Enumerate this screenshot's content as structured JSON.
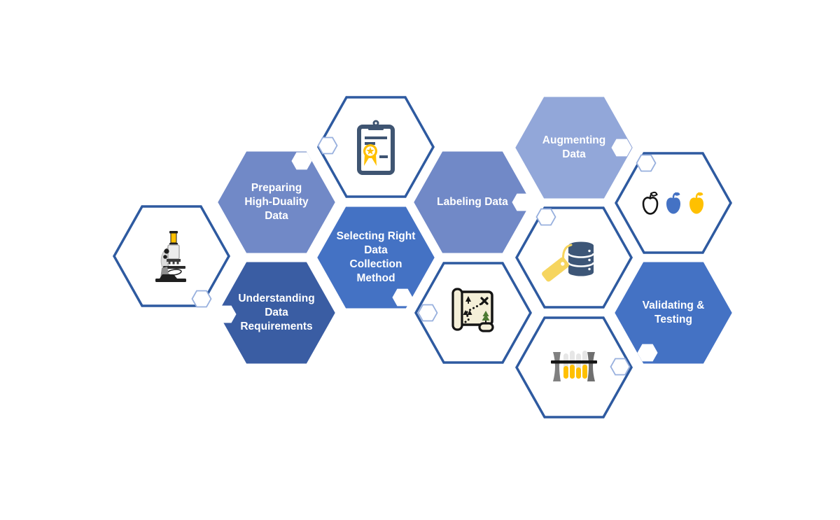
{
  "colors": {
    "background": "#FFFFFF",
    "white_hex_fill": "#FFFFFF",
    "white_hex_border": "#2E5AA0",
    "badge_fill": "#FFFFFF",
    "badge_outline": "#98B0DE",
    "blue_base": "#4472C4",
    "blue_medium": "#7189C7",
    "blue_light": "#92A7D9",
    "blue_dark": "#3A5DA3",
    "label_text": "#FFFFFF",
    "accent_yellow": "#FFC000",
    "icon_navy": "#3D5677",
    "icon_slate": "#3F5572",
    "map_cream": "#F4EFD8",
    "tree_green": "#4C7A33",
    "tag_yellow": "#F6D55F"
  },
  "hexagons": [
    {
      "id": "microscope",
      "kind": "icon",
      "icon": "microscope-icon",
      "fill": "#FFFFFF",
      "stroke": "#2E5AA0"
    },
    {
      "id": "preparing-high-duality-data",
      "kind": "label",
      "lines": [
        "Preparing",
        "High-Duality",
        "Data"
      ],
      "fill": "#7189C7",
      "stroke": "#7189C7"
    },
    {
      "id": "understanding-data-requirements",
      "kind": "label",
      "lines": [
        "Understanding",
        "Data",
        "Requirements"
      ],
      "fill": "#3A5DA3",
      "stroke": "#3A5DA3"
    },
    {
      "id": "certificate-clipboard",
      "kind": "icon",
      "icon": "certificate-clipboard-icon",
      "fill": "#FFFFFF",
      "stroke": "#2E5AA0"
    },
    {
      "id": "selecting-right-data-collection-method",
      "kind": "label",
      "lines": [
        "Selecting Right",
        "Data",
        "Collection",
        "Method"
      ],
      "fill": "#4472C4",
      "stroke": "#4472C4"
    },
    {
      "id": "labeling-data",
      "kind": "label",
      "lines": [
        "Labeling Data"
      ],
      "fill": "#7189C7",
      "stroke": "#7189C7"
    },
    {
      "id": "treasure-map",
      "kind": "icon",
      "icon": "treasure-map-icon",
      "fill": "#FFFFFF",
      "stroke": "#2E5AA0"
    },
    {
      "id": "augmenting-data",
      "kind": "label",
      "lines": [
        "Augmenting",
        "Data"
      ],
      "fill": "#92A7D9",
      "stroke": "#92A7D9"
    },
    {
      "id": "database-tag",
      "kind": "icon",
      "icon": "database-tag-icon",
      "fill": "#FFFFFF",
      "stroke": "#2E5AA0"
    },
    {
      "id": "test-tubes",
      "kind": "icon",
      "icon": "test-tubes-icon",
      "fill": "#FFFFFF",
      "stroke": "#2E5AA0"
    },
    {
      "id": "apples-comparison",
      "kind": "icon",
      "icon": "apples-comparison-icon",
      "fill": "#FFFFFF",
      "stroke": "#2E5AA0"
    },
    {
      "id": "validating-testing",
      "kind": "label",
      "lines": [
        "Validating &",
        "Testing"
      ],
      "fill": "#4472C4",
      "stroke": "#4472C4"
    }
  ],
  "badges": [
    {
      "on": "microscope",
      "style": "outlined",
      "fill": "#FFFFFF",
      "stroke": "#98B0DE"
    },
    {
      "on": "preparing-high-duality-data",
      "style": "solid",
      "fill": "#FFFFFF",
      "stroke": "#FFFFFF"
    },
    {
      "on": "understanding-data-requirements",
      "style": "solid",
      "fill": "#FFFFFF",
      "stroke": "#FFFFFF"
    },
    {
      "on": "certificate-clipboard",
      "style": "outlined",
      "fill": "#FFFFFF",
      "stroke": "#98B0DE"
    },
    {
      "on": "selecting-right-data-collection-method",
      "style": "solid",
      "fill": "#FFFFFF",
      "stroke": "#FFFFFF"
    },
    {
      "on": "labeling-data",
      "style": "solid",
      "fill": "#FFFFFF",
      "stroke": "#FFFFFF"
    },
    {
      "on": "treasure-map",
      "style": "outlined",
      "fill": "#FFFFFF",
      "stroke": "#98B0DE"
    },
    {
      "on": "augmenting-data",
      "style": "solid",
      "fill": "#FFFFFF",
      "stroke": "#FFFFFF"
    },
    {
      "on": "database-tag",
      "style": "outlined",
      "fill": "#FFFFFF",
      "stroke": "#98B0DE"
    },
    {
      "on": "test-tubes",
      "style": "outlined",
      "fill": "#FFFFFF",
      "stroke": "#98B0DE"
    },
    {
      "on": "apples-comparison",
      "style": "outlined",
      "fill": "#FFFFFF",
      "stroke": "#98B0DE"
    },
    {
      "on": "validating-testing",
      "style": "solid",
      "fill": "#FFFFFF",
      "stroke": "#FFFFFF"
    }
  ]
}
